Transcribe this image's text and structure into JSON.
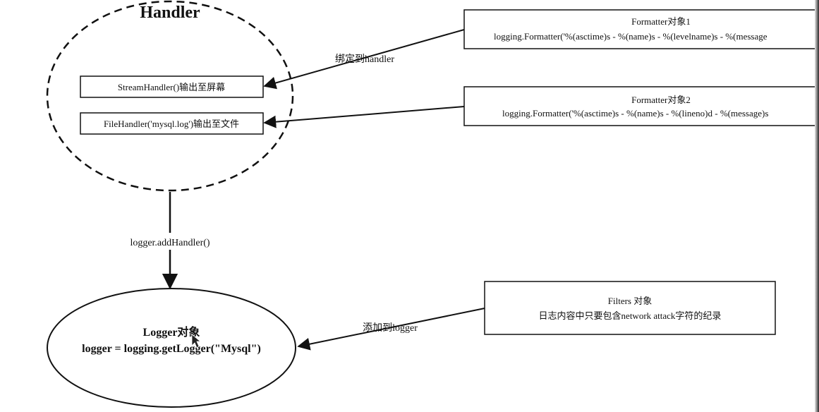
{
  "handler": {
    "title": "Handler",
    "stream_handler": "StreamHandler()输出至屏幕",
    "file_handler": "FileHandler('mysql.log')输出至文件"
  },
  "formatter1": {
    "title": "Formatter对象1",
    "code": "logging.Formatter('%(asctime)s - %(name)s - %(levelname)s - %(message"
  },
  "formatter2": {
    "title": "Formatter对象2",
    "code": "logging.Formatter('%(asctime)s - %(name)s - %(lineno)d - %(message)s"
  },
  "labels": {
    "bind_to_handler": "绑定到handler",
    "add_handler": "logger.addHandler()",
    "add_to_logger": "添加到logger"
  },
  "logger": {
    "title": "Logger对象",
    "code": "logger = logging.getLogger(\"Mysql\")"
  },
  "filters": {
    "title": "Filters 对象",
    "desc": "日志内容中只要包含network attack字符的纪录"
  }
}
